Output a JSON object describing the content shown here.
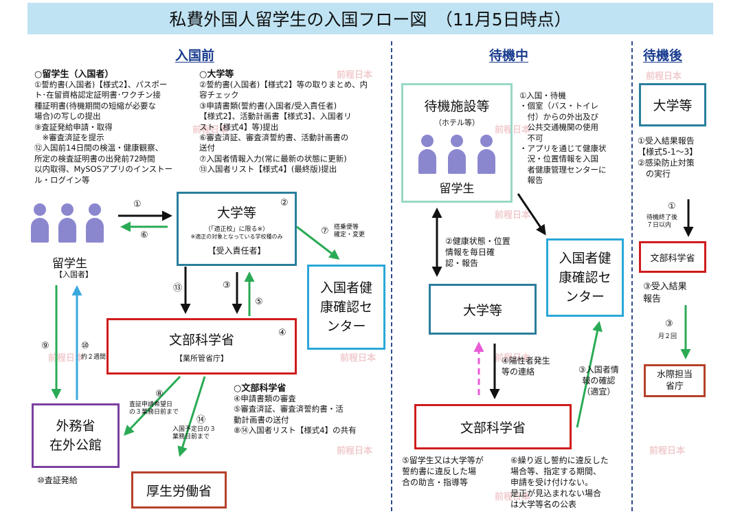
{
  "title": "私費外国人留学生の入国フロー図　（11月5日時点）",
  "sections": {
    "before": "入国前",
    "waiting": "待機中",
    "after": "待機後"
  },
  "watermark": "前程日本",
  "notes": {
    "student_heading": "○留学生（入国者）",
    "student_lines": [
      "①誓約書(入国者)【様式2】、パスポー",
      "ト･在留資格認定証明書･ワクチン接",
      "種証明書(待機期間の短縮が必要な",
      "場合)の写しの提出",
      "⑨査証発給申請・取得",
      "　※審査済証を提示",
      "⑫入国前14日間の検温・健康観察、",
      "所定の検査証明書の出発前72時間",
      "以内取得、MySOSアプリのインストー",
      "ル・ログイン等"
    ],
    "univ_heading": "○大学等",
    "univ_lines": [
      "②誓約書(入国者)【様式2】等の取りまとめ、内",
      "容チェック",
      "③申請書類(誓約書(入国者/受入責任者)",
      "【様式2】、活動計画書【様式3】、入国者リ",
      "スト【様式4】等)提出",
      "⑥審査済証、審査済誓約書、活動計画書の",
      "送付",
      "⑦入国者情報入力(常に最新の状態に更新)",
      "⑬入国者リスト【様式4】(最終版)提出"
    ],
    "mext_heading": "○文部科学省",
    "mext_lines": [
      "④申請書類の審査",
      "⑤審査済証、審査済誓約書・活",
      "動計画書の送付",
      "⑧⑭入国者リスト【様式4】の共有"
    ],
    "waiting_lines": [
      "①入国・待機",
      "・個室（バス・トイレ",
      "　付）からの外出及び",
      "　公共交通機関の使用",
      "　不可",
      "・アプリを通じて健康状",
      "　況・位置情報を入国",
      "　者健康管理センターに",
      "　報告"
    ],
    "after_lines": [
      "①受入結果報告",
      "【様式5-1～3】",
      "②感染防止対策",
      "の実行"
    ],
    "visa_issue": "⑩査証発給",
    "bottom_left_lines": [
      "⑤留学生又は大学等が",
      "誓約書に違反した場",
      "合の助言・指導等"
    ],
    "bottom_right_lines": [
      "⑥繰り返し誓約に違反した",
      "場合等、指定する期間、",
      "申請を受け付けない。",
      "是正が見込まれない場合",
      "は大学等名の公表"
    ]
  },
  "nodes": {
    "student_label": "留学生",
    "student_sub": "【入国者】",
    "univ_title": "大学等",
    "univ_sub1": "（「適正校」に限る※）",
    "univ_sub2": "※適正の対象となっている学校種のみ",
    "univ_role": "【受入責任者】",
    "health_center_left": "入国者健\n康確認セ\nンター",
    "mext_title": "文部科学省",
    "mext_sub": "【業所管省庁】",
    "mofa_title": "外務省\n在外公館",
    "mhlw_title": "厚生労働省",
    "facility_title": "待機施設等",
    "facility_sub": "（ホテル等）",
    "facility_student": "留学生",
    "health_center_mid": "入国者健\n康確認セ\nンター",
    "univ_mid": "大学等",
    "mext_mid": "文部科学省",
    "univ_right": "大学等",
    "mext_right": "文部科学省",
    "water_right": "水際担当\n省庁"
  },
  "labels": {
    "n1": "①",
    "n2": "②",
    "n6": "⑥",
    "n7": "⑦",
    "n7_text": "搭乗便等\n確定・変更",
    "n13": "⑬",
    "n3": "③",
    "n5": "⑤",
    "n4": "④",
    "n9": "⑨",
    "n10": "⑩",
    "n10_text": "約２週間",
    "n8": "⑧",
    "n8_text": "査証申請希望日\nの３業務日前まで",
    "n14": "⑭",
    "n14_text": "入国予定日の３\n業務日前まで",
    "mid2": "②健康状態・位置\n情報を毎日確\n認・報告",
    "mid4": "④陽性者発生\n等の連絡",
    "mid3": "③入国者情\n報の確認\n（適宜）",
    "r1": "①",
    "r1_text": "待機終了後\n７日以内",
    "r3": "③受入結果\n報告",
    "r3b": "③",
    "r3b_text": "月２回"
  }
}
